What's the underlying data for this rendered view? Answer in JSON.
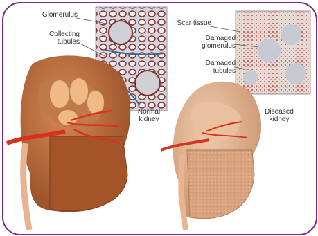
{
  "labels": {
    "glomerulus": "Glomerulus",
    "collecting_tubules_1": "Collecting",
    "collecting_tubules_2": "tubules",
    "normal_kidney_1": "Normal",
    "normal_kidney_2": "kidney",
    "scar_tissue": "Scar tissue",
    "damaged_glomerulus_1": "Damaged",
    "damaged_glomerulus_2": "glomerulus",
    "damaged_tubules_1": "Damaged",
    "damaged_tubules_2": "tubules",
    "diseased_kidney_1": "Diseased",
    "diseased_kidney_2": "kidney"
  },
  "colors": {
    "frame_border": "#7a2a86",
    "normal_kidney": "#b5602f",
    "diseased_kidney": "#d9a47f",
    "vessel": "#d8321e",
    "ureter": "#e7b48f",
    "normal_tissue_bg": "#d2d6e0",
    "diseased_tissue_bg": "#e7d9d3"
  }
}
